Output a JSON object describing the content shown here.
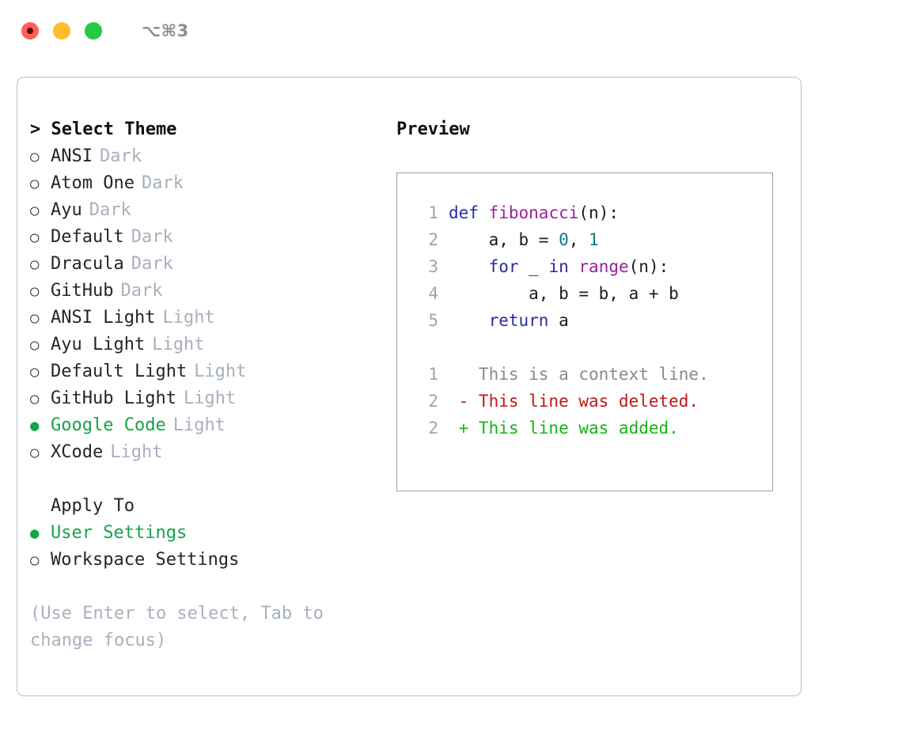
{
  "titlebar": {
    "shortcut": "⌥⌘3",
    "lights": [
      "close",
      "minimize",
      "maximize"
    ]
  },
  "theme_panel": {
    "header": "> Select Theme",
    "bullet_on": "●",
    "bullet_off": "○",
    "items": [
      {
        "label": "ANSI",
        "variant": "Dark",
        "selected": false
      },
      {
        "label": "Atom One",
        "variant": "Dark",
        "selected": false
      },
      {
        "label": "Ayu",
        "variant": "Dark",
        "selected": false
      },
      {
        "label": "Default",
        "variant": "Dark",
        "selected": false
      },
      {
        "label": "Dracula",
        "variant": "Dark",
        "selected": false
      },
      {
        "label": "GitHub",
        "variant": "Dark",
        "selected": false
      },
      {
        "label": "ANSI Light",
        "variant": "Light",
        "selected": false
      },
      {
        "label": "Ayu Light",
        "variant": "Light",
        "selected": false
      },
      {
        "label": "Default Light",
        "variant": "Light",
        "selected": false
      },
      {
        "label": "GitHub Light",
        "variant": "Light",
        "selected": false
      },
      {
        "label": "Google Code",
        "variant": "Light",
        "selected": true
      },
      {
        "label": "XCode",
        "variant": "Light",
        "selected": false
      }
    ]
  },
  "apply_to": {
    "heading": "Apply To",
    "options": [
      {
        "label": "User Settings",
        "selected": true
      },
      {
        "label": "Workspace Settings",
        "selected": false
      }
    ]
  },
  "hint": "(Use Enter to select, Tab to change focus)",
  "preview": {
    "title": "Preview",
    "code_lines": [
      {
        "number": "1",
        "tokens": [
          {
            "t": "def",
            "c": "kw"
          },
          {
            "t": " ",
            "c": "punc"
          },
          {
            "t": "fibonacci",
            "c": "fn"
          },
          {
            "t": "(",
            "c": "punc"
          },
          {
            "t": "n",
            "c": "id"
          },
          {
            "t": "):",
            "c": "punc"
          }
        ]
      },
      {
        "number": "2",
        "tokens": [
          {
            "t": "    a, b = ",
            "c": "id"
          },
          {
            "t": "0",
            "c": "num"
          },
          {
            "t": ", ",
            "c": "punc"
          },
          {
            "t": "1",
            "c": "num"
          }
        ]
      },
      {
        "number": "3",
        "tokens": [
          {
            "t": "    ",
            "c": "id"
          },
          {
            "t": "for",
            "c": "kw"
          },
          {
            "t": " _ ",
            "c": "id"
          },
          {
            "t": "in",
            "c": "kw"
          },
          {
            "t": " ",
            "c": "id"
          },
          {
            "t": "range",
            "c": "fn"
          },
          {
            "t": "(",
            "c": "punc"
          },
          {
            "t": "n",
            "c": "id"
          },
          {
            "t": "):",
            "c": "punc"
          }
        ]
      },
      {
        "number": "4",
        "tokens": [
          {
            "t": "        a, b = b, a + b",
            "c": "id"
          }
        ]
      },
      {
        "number": "5",
        "tokens": [
          {
            "t": "    ",
            "c": "id"
          },
          {
            "t": "return",
            "c": "kw"
          },
          {
            "t": " a",
            "c": "id"
          }
        ]
      }
    ],
    "diff_lines": [
      {
        "number": "1",
        "marker": " ",
        "text": "This is a context line.",
        "kind": "ctx"
      },
      {
        "number": "2",
        "marker": "-",
        "text": "This line was deleted.",
        "kind": "del"
      },
      {
        "number": "2",
        "marker": "+",
        "text": "This line was added.",
        "kind": "add"
      }
    ]
  },
  "colors": {
    "accent_green": "#16a34a",
    "diff_add": "#13b413",
    "diff_del": "#c01818",
    "muted": "#a8b0bd",
    "border": "#b6bfcd",
    "keyword": "#2a2aa5",
    "function": "#9c1f9c",
    "number": "#0d7d7d"
  }
}
